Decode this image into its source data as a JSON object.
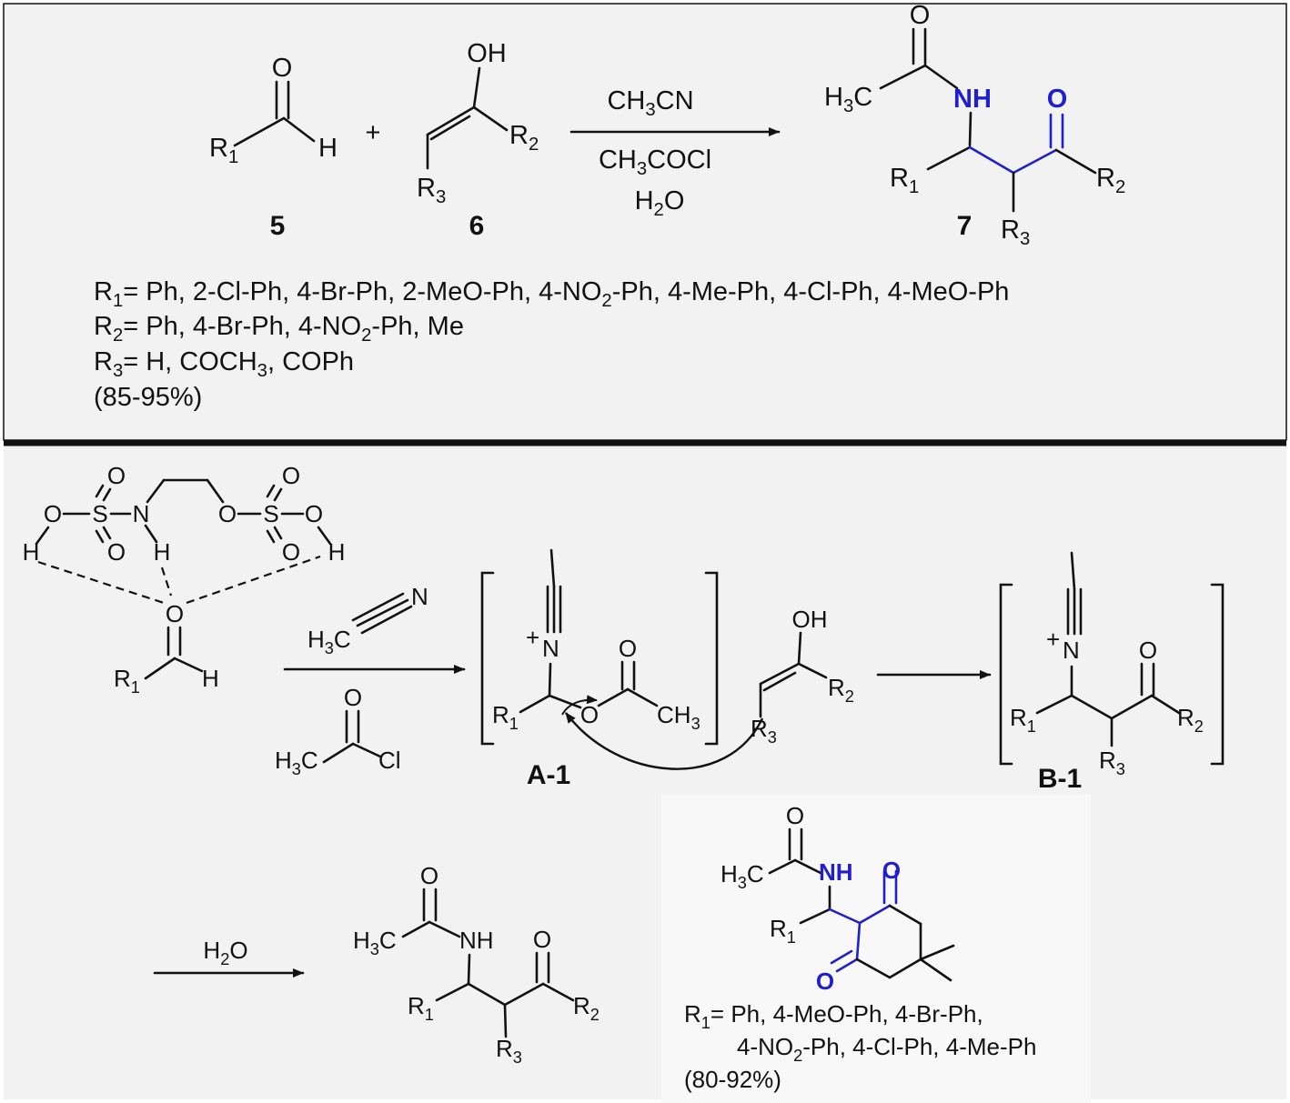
{
  "reaction": {
    "cmpd5": "5",
    "cmpd6": "6",
    "cmpd7": "7",
    "plus": "+",
    "cond1": "CH3CN",
    "cond2": "CH3COCl",
    "cond3": "H2O",
    "atoms": {
      "O": "O",
      "H": "H",
      "OH": "OH",
      "N": "N",
      "NH": "NH",
      "S": "S",
      "Cl": "Cl",
      "R": "R",
      "H3C": "H3C",
      "CH3": "CH3"
    },
    "subs": {
      "one": "1",
      "two": "2",
      "three": "3"
    }
  },
  "scope_top": {
    "r1": "R1= Ph, 2-Cl-Ph, 4-Br-Ph, 2-MeO-Ph, 4-NO2-Ph, 4-Me-Ph, 4-Cl-Ph, 4-MeO-Ph",
    "r2": "R2= Ph, 4-Br-Ph, 4-NO2-Ph, Me",
    "r3": "R3= H, COCH3, COPh",
    "yield": "(85-95%)"
  },
  "mechanism": {
    "intermediate_a": "A-1",
    "intermediate_b": "B-1",
    "hydrolysis": "H2O"
  },
  "scope_bottom": {
    "r1_line1": "R1= Ph, 4-MeO-Ph, 4-Br-Ph,",
    "r1_line2": "4-NO2-Ph, 4-Cl-Ph, 4-Me-Ph",
    "yield": "(80-92%)"
  }
}
